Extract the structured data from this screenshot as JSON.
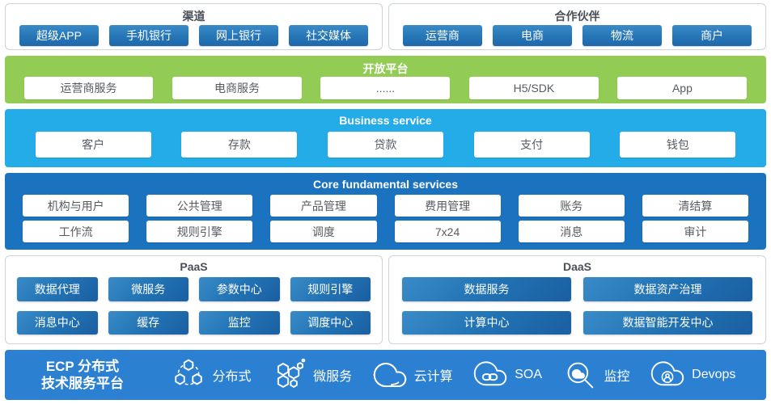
{
  "palette": {
    "band_green": "#92cc55",
    "band_cyan": "#24ace9",
    "band_core_blue": "#1b73c0",
    "band_bottom_blue": "#2b80d2",
    "button_blue": "#2676b6",
    "card_border": "#ccd3db",
    "title_text": "#4b5058",
    "box_text": "#565b62"
  },
  "channels": {
    "title": "渠道",
    "items": [
      "超级APP",
      "手机银行",
      "网上银行",
      "社交媒体"
    ]
  },
  "partners": {
    "title": "合作伙伴",
    "items": [
      "运营商",
      "电商",
      "物流",
      "商户"
    ]
  },
  "open_platform": {
    "title": "开放平台",
    "items": [
      "运营商服务",
      "电商服务",
      "......",
      "H5/SDK",
      "App"
    ]
  },
  "business_service": {
    "title": "Business service",
    "items": [
      "客户",
      "存款",
      "贷款",
      "支付",
      "钱包"
    ]
  },
  "core_services": {
    "title": "Core fundamental services",
    "rows": [
      [
        "机构与用户",
        "公共管理",
        "产品管理",
        "费用管理",
        "账务",
        "清结算"
      ],
      [
        "工作流",
        "规则引擎",
        "调度",
        "7x24",
        "消息",
        "审计"
      ]
    ]
  },
  "paas": {
    "title": "PaaS",
    "rows": [
      [
        "数据代理",
        "微服务",
        "参数中心",
        "规则引擎"
      ],
      [
        "消息中心",
        "缓存",
        "监控",
        "调度中心"
      ]
    ]
  },
  "daas": {
    "title": "DaaS",
    "rows": [
      [
        "数据服务",
        "数据资产治理"
      ],
      [
        "计算中心",
        "数据智能开发中心"
      ]
    ]
  },
  "ecp": {
    "title_line1": "ECP 分布式",
    "title_line2": "技术服务平台",
    "features": [
      {
        "icon": "distributed-icon",
        "label": "分布式"
      },
      {
        "icon": "microservice-icon",
        "label": "微服务"
      },
      {
        "icon": "cloud-icon",
        "label": "云计算"
      },
      {
        "icon": "soa-icon",
        "label": "SOA"
      },
      {
        "icon": "monitor-icon",
        "label": "监控"
      },
      {
        "icon": "devops-icon",
        "label": "Devops"
      }
    ]
  }
}
